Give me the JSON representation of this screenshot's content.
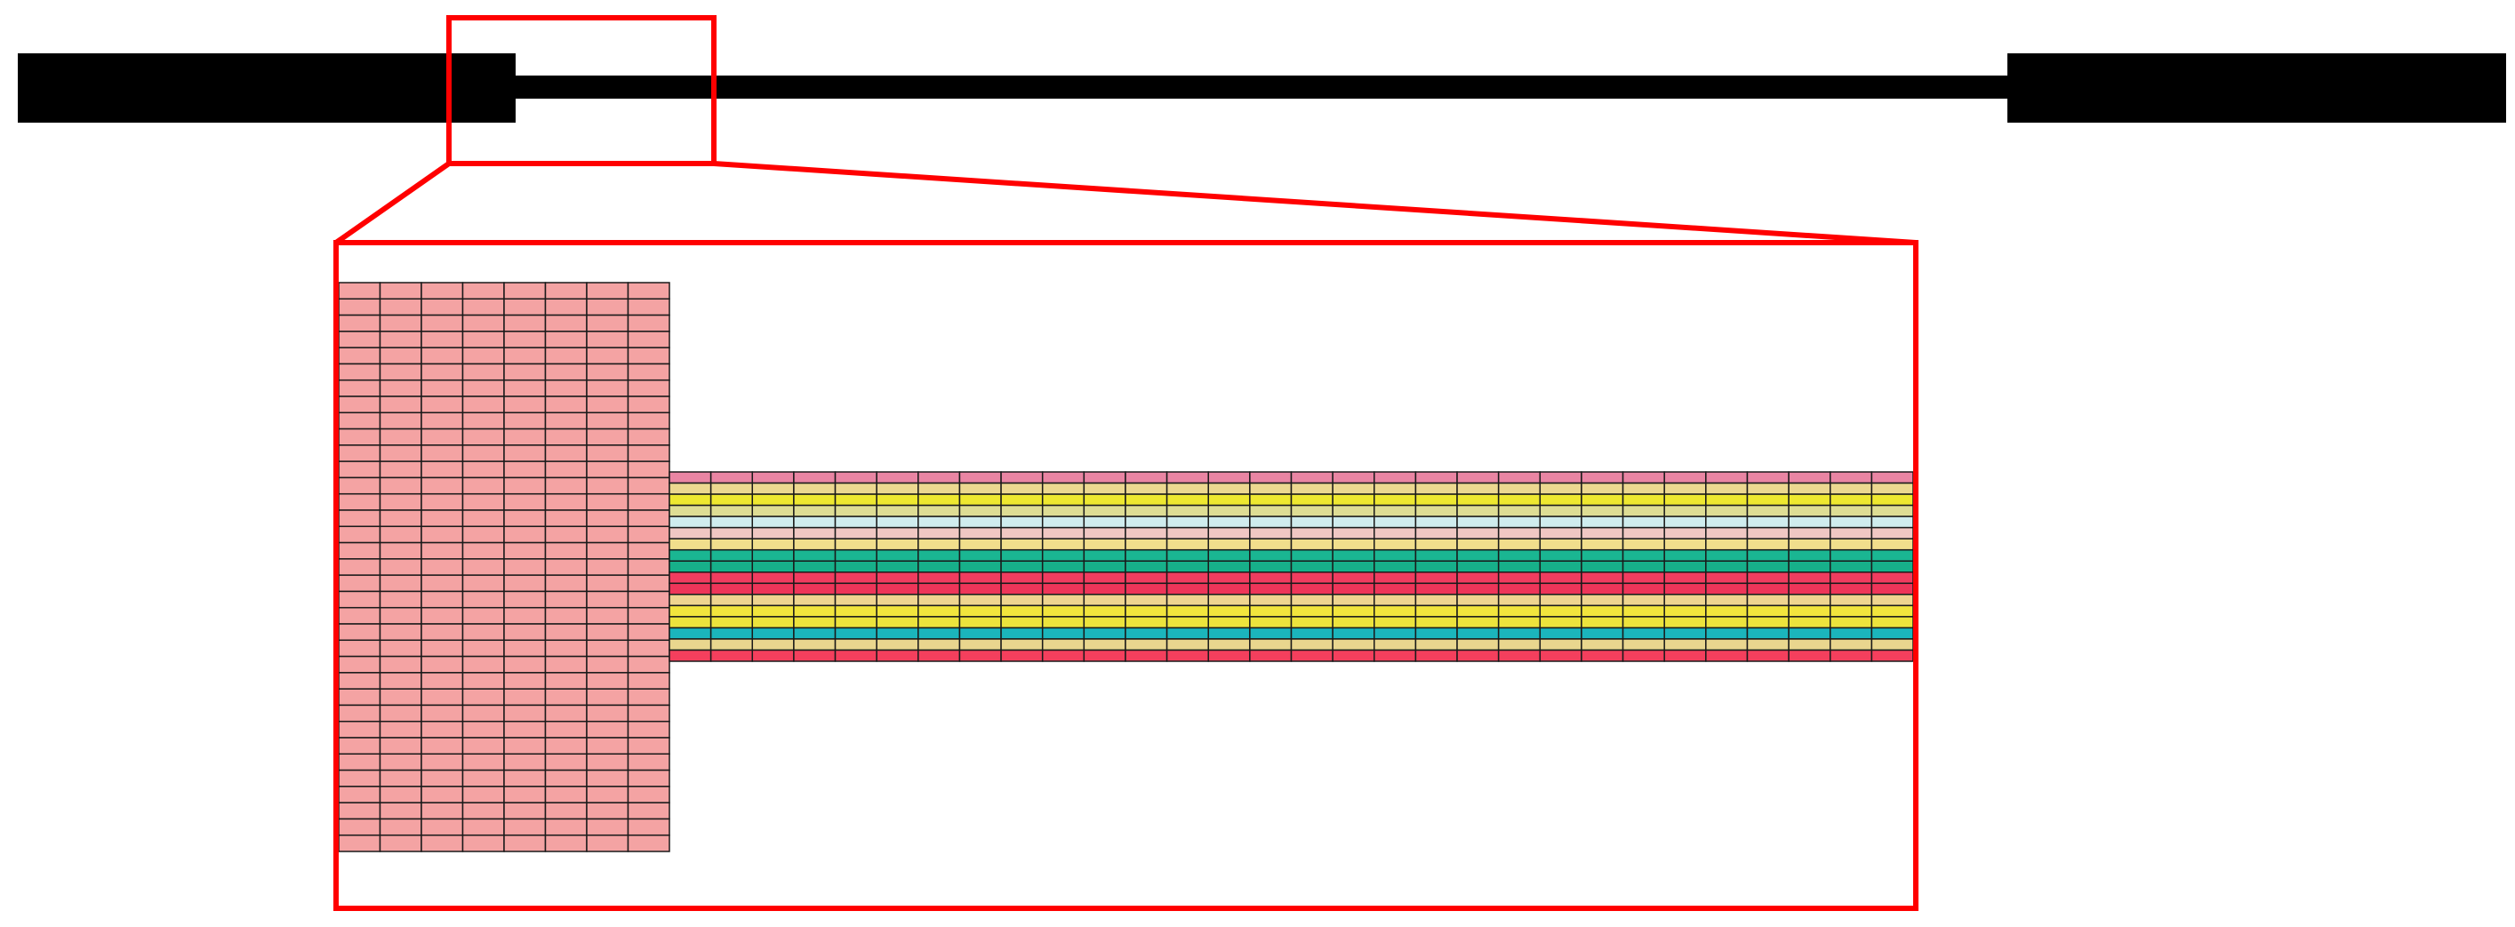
{
  "diagram": {
    "overview": {
      "fill_color": "#000000"
    },
    "zoom": {
      "highlight_color": "#ff0000"
    },
    "mesh": {
      "grip_color": "#f4a3a3",
      "mesh_line_color": "#1a1a1a",
      "grip_columns": 8,
      "grip_rows": 35,
      "strip_columns": 30,
      "layer_colors": [
        "#e985a3",
        "#ecd890",
        "#eee830",
        "#dedd94",
        "#cfecee",
        "#f0c7c3",
        "#f1de8c",
        "#1ab692",
        "#17b08a",
        "#f03c5f",
        "#ee3559",
        "#efd590",
        "#f2e53d",
        "#ece33c",
        "#1bb5bc",
        "#e9d68e",
        "#f43f5d"
      ]
    }
  }
}
